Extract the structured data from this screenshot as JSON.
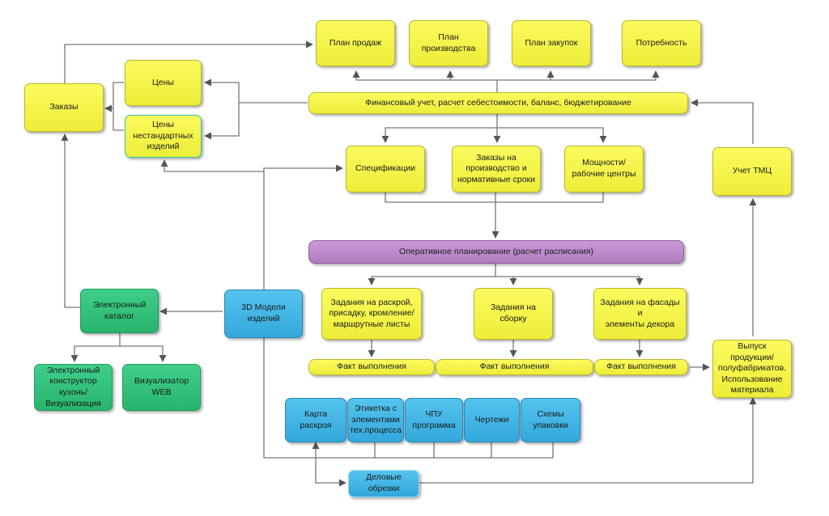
{
  "nodes": {
    "plan_sales": "План продаж",
    "plan_production": "План\nпроизводства",
    "plan_purchases": "План закупок",
    "demand": "Потребность",
    "prices": "Цены",
    "orders": "Заказы",
    "prices_custom": "Цены\nнестандартных\nизделий",
    "finance": "Финансовый учет, расчет себестоимости, баланс, бюджетирование",
    "specifications": "Спецификации",
    "production_orders": "Заказы на\nпроизводство и\nнормативные сроки",
    "capacities": "Мощности/\nрабочие центры",
    "inventory": "Учет ТМЦ",
    "planning": "Оперативное планирование (расчет расписания)",
    "cutting_tasks": "Задания на раскрой,\nприсадку, кромление/\nмаршрутные листы",
    "assembly_tasks": "Задания на сборку",
    "facade_tasks": "Задания на фасады и\nэлементы декора",
    "catalog": "Электронный\nкаталог",
    "models3d": "3D Модели\nизделий",
    "output": "Выпуск\nпродукции/\nполуфабрикатов.\nИспользование\nматериала",
    "fact1": "Факт выполнения",
    "fact2": "Факт выполнения",
    "fact3": "Факт выполнения",
    "kitchen_constructor": "Электронный\nконструктор\nкухонь/\nВизуализация",
    "web_visualizer": "Визуализатор WEB",
    "cutting_map": "Карта раскроя",
    "labels": "Этикетка с\nэлементами\nтех.процесса",
    "cnc": "ЧПУ\nпрограмма",
    "drawings": "Чертежи",
    "packaging": "Схемы\nупаковки",
    "offcuts": "Деловые\nобрезки"
  }
}
